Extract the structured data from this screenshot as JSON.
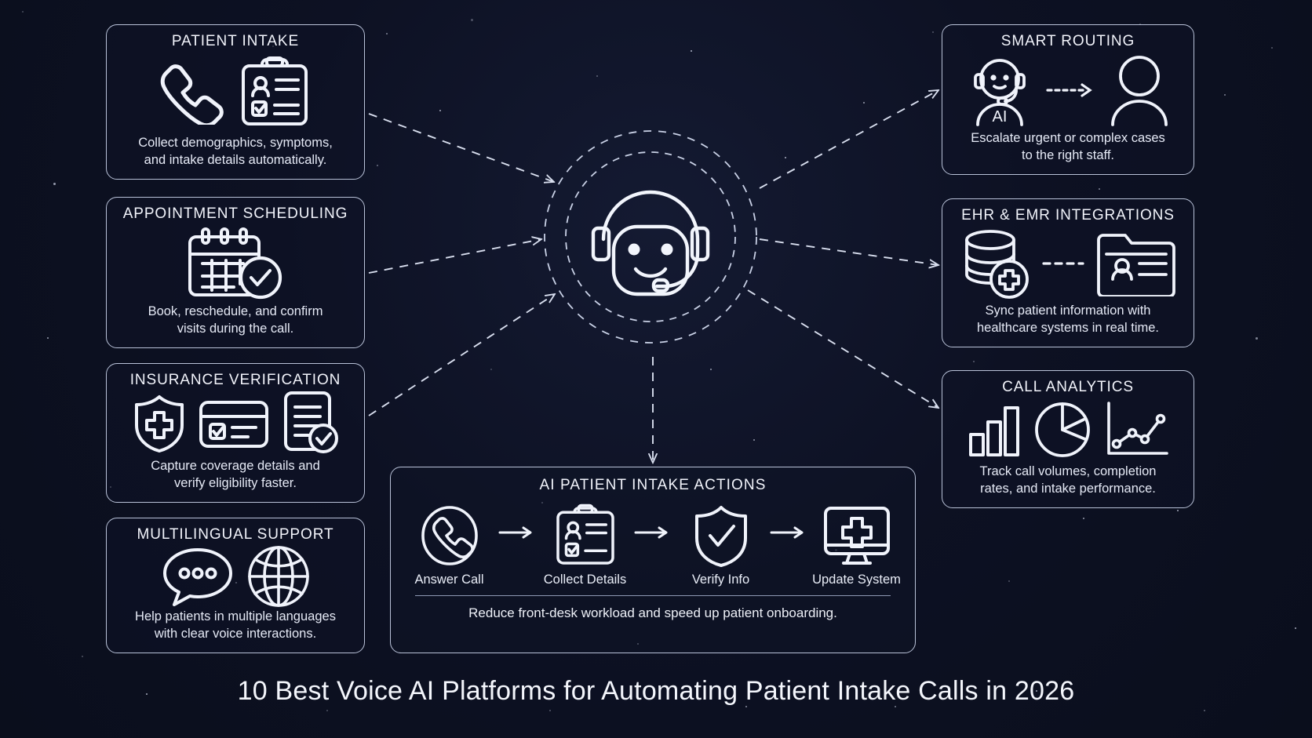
{
  "background_color": "#0c1020",
  "stroke_color": "#eef1f8",
  "page_title": "10 Best Voice AI Platforms for Automating Patient Intake Calls in 2026",
  "hub": {
    "icon": "headset-robot-icon",
    "rings": 2
  },
  "left_cards": [
    {
      "id": "patient-intake",
      "title": "PATIENT INTAKE",
      "desc": "Collect demographics, symptoms,\nand intake details automatically.",
      "icons": [
        "phone-handset-icon",
        "clipboard-patient-form-icon"
      ]
    },
    {
      "id": "appointment",
      "title": "APPOINTMENT SCHEDULING",
      "desc": "Book, reschedule, and confirm\nvisits during the call.",
      "icons": [
        "calendar-check-icon"
      ]
    },
    {
      "id": "insurance",
      "title": "INSURANCE VERIFICATION",
      "desc": "Capture coverage details and\nverify eligibility faster.",
      "icons": [
        "shield-cross-icon",
        "insurance-card-icon",
        "document-check-icon"
      ]
    },
    {
      "id": "multilingual",
      "title": "MULTILINGUAL SUPPORT",
      "desc": "Help patients in multiple languages\nwith clear voice interactions.",
      "icons": [
        "speech-bubble-dots-icon",
        "globe-icon"
      ]
    }
  ],
  "right_cards": [
    {
      "id": "smart-routing",
      "title": "SMART ROUTING",
      "desc": "Escalate urgent or complex cases\nto the right staff.",
      "icons": [
        "ai-agent-headset-icon",
        "dashed-arrow-icon",
        "human-staff-icon"
      ],
      "ai_label": "AI"
    },
    {
      "id": "ehr",
      "title": "EHR & EMR INTEGRATIONS",
      "desc": "Sync patient information with\nhealthcare systems in real time.",
      "icons": [
        "database-cross-icon",
        "dashed-link-icon",
        "patient-record-folder-icon"
      ]
    },
    {
      "id": "analytics",
      "title": "CALL ANALYTICS",
      "desc": "Track call volumes, completion\nrates, and intake performance.",
      "icons": [
        "bar-chart-icon",
        "pie-chart-icon",
        "line-chart-icon"
      ]
    }
  ],
  "actions_panel": {
    "title": "AI PATIENT INTAKE ACTIONS",
    "footer": "Reduce front-desk workload and speed up patient onboarding.",
    "steps": [
      {
        "label": "Answer Call",
        "icon": "answer-call-icon"
      },
      {
        "label": "Collect Details",
        "icon": "collect-details-clipboard-icon"
      },
      {
        "label": "Verify Info",
        "icon": "shield-check-icon"
      },
      {
        "label": "Update System",
        "icon": "monitor-cross-icon"
      }
    ]
  }
}
